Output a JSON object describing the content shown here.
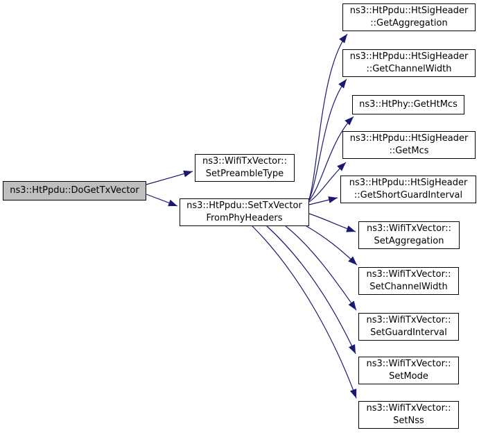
{
  "diagram": {
    "type": "call-graph",
    "colors": {
      "edge": "#191970",
      "node_border": "#000000",
      "node_fill": "#ffffff",
      "highlight_fill": "#bfbfbf",
      "text": "#000000",
      "background": "#ffffff"
    },
    "nodes": [
      {
        "id": "do-get-tx-vector",
        "label": "ns3::HtPpdu::DoGetTxVector",
        "highlighted": true
      },
      {
        "id": "set-preamble-type",
        "label": "ns3::WifiTxVector::\nSetPreambleType"
      },
      {
        "id": "set-tx-vector-from-phy-headers",
        "label": "ns3::HtPpdu::SetTxVector\nFromPhyHeaders"
      },
      {
        "id": "get-aggregation",
        "label": "ns3::HtPpdu::HtSigHeader\n::GetAggregation"
      },
      {
        "id": "get-channel-width",
        "label": "ns3::HtPpdu::HtSigHeader\n::GetChannelWidth"
      },
      {
        "id": "get-ht-mcs",
        "label": "ns3::HtPhy::GetHtMcs"
      },
      {
        "id": "get-mcs",
        "label": "ns3::HtPpdu::HtSigHeader\n::GetMcs"
      },
      {
        "id": "get-short-guard-interval",
        "label": "ns3::HtPpdu::HtSigHeader\n::GetShortGuardInterval"
      },
      {
        "id": "set-aggregation",
        "label": "ns3::WifiTxVector::\nSetAggregation"
      },
      {
        "id": "set-channel-width",
        "label": "ns3::WifiTxVector::\nSetChannelWidth"
      },
      {
        "id": "set-guard-interval",
        "label": "ns3::WifiTxVector::\nSetGuardInterval"
      },
      {
        "id": "set-mode",
        "label": "ns3::WifiTxVector::\nSetMode"
      },
      {
        "id": "set-nss",
        "label": "ns3::WifiTxVector::\nSetNss"
      }
    ],
    "edges": [
      {
        "from": "ns3::HtPpdu::DoGetTxVector",
        "to": "ns3::WifiTxVector::SetPreambleType"
      },
      {
        "from": "ns3::HtPpdu::DoGetTxVector",
        "to": "ns3::HtPpdu::SetTxVectorFromPhyHeaders"
      },
      {
        "from": "ns3::HtPpdu::SetTxVectorFromPhyHeaders",
        "to": "ns3::HtPpdu::HtSigHeader::GetAggregation"
      },
      {
        "from": "ns3::HtPpdu::SetTxVectorFromPhyHeaders",
        "to": "ns3::HtPpdu::HtSigHeader::GetChannelWidth"
      },
      {
        "from": "ns3::HtPpdu::SetTxVectorFromPhyHeaders",
        "to": "ns3::HtPhy::GetHtMcs"
      },
      {
        "from": "ns3::HtPpdu::SetTxVectorFromPhyHeaders",
        "to": "ns3::HtPpdu::HtSigHeader::GetMcs"
      },
      {
        "from": "ns3::HtPpdu::SetTxVectorFromPhyHeaders",
        "to": "ns3::HtPpdu::HtSigHeader::GetShortGuardInterval"
      },
      {
        "from": "ns3::HtPpdu::SetTxVectorFromPhyHeaders",
        "to": "ns3::WifiTxVector::SetAggregation"
      },
      {
        "from": "ns3::HtPpdu::SetTxVectorFromPhyHeaders",
        "to": "ns3::WifiTxVector::SetChannelWidth"
      },
      {
        "from": "ns3::HtPpdu::SetTxVectorFromPhyHeaders",
        "to": "ns3::WifiTxVector::SetGuardInterval"
      },
      {
        "from": "ns3::HtPpdu::SetTxVectorFromPhyHeaders",
        "to": "ns3::WifiTxVector::SetMode"
      },
      {
        "from": "ns3::HtPpdu::SetTxVectorFromPhyHeaders",
        "to": "ns3::WifiTxVector::SetNss"
      }
    ]
  }
}
